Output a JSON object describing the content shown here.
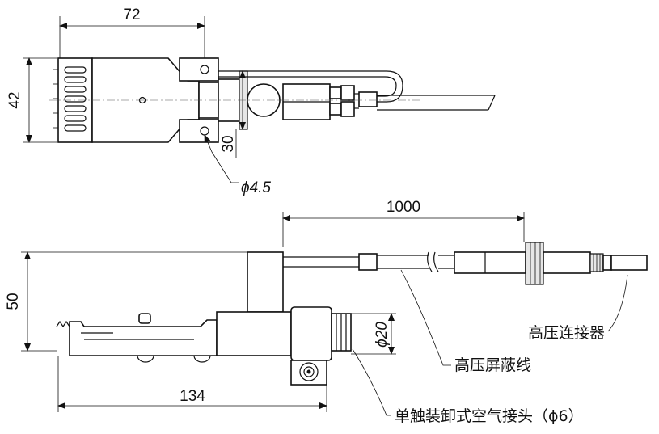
{
  "dimensions": {
    "top_width": "72",
    "top_height": "42",
    "top_offset": "30",
    "hole_diameter": "ϕ4.5",
    "cable_length": "1000",
    "side_height": "50",
    "side_diameter": "ϕ20",
    "side_length": "134"
  },
  "labels": {
    "hv_connector": "高压连接器",
    "hv_shielded_cable": "高压屏蔽线",
    "air_fitting": "单触装卸式空气接头（ϕ6）"
  }
}
